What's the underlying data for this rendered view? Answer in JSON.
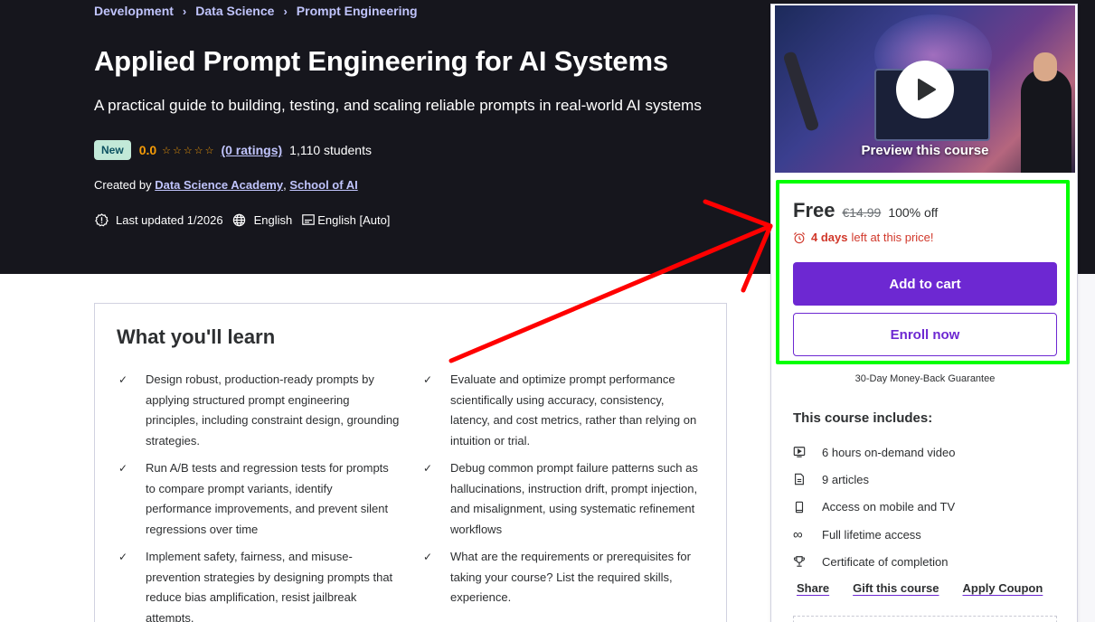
{
  "breadcrumb": [
    "Development",
    "Data Science",
    "Prompt Engineering"
  ],
  "course": {
    "title": "Applied Prompt Engineering for AI Systems",
    "subtitle": "A practical guide to building, testing, and scaling reliable prompts in real-world AI systems",
    "badge": "New",
    "rating": "0.0",
    "stars": "☆☆☆☆☆",
    "ratings_count": "(0 ratings)",
    "students": "1,110 students",
    "created_by_label": "Created by",
    "instructors": [
      "Data Science Academy",
      "School of AI"
    ],
    "instructor_separator": ",",
    "last_updated": "Last updated 1/2026",
    "language": "English",
    "captions": "English [Auto]"
  },
  "learn": {
    "title": "What you'll learn",
    "items": [
      "Design robust, production-ready prompts by applying structured prompt engineering principles, including constraint design, grounding strategies.",
      "Evaluate and optimize prompt performance scientifically using accuracy, consistency, latency, and cost metrics, rather than relying on intuition or trial.",
      "Run A/B tests and regression tests for prompts to compare prompt variants, identify performance improvements, and prevent silent regressions over time",
      "Debug common prompt failure patterns such as hallucinations, instruction drift, prompt injection, and misalignment, using systematic refinement workflows",
      "Implement safety, fairness, and misuse-prevention strategies by designing prompts that reduce bias amplification, resist jailbreak attempts.",
      "What are the requirements or prerequisites for taking your course? List the required skills, experience."
    ]
  },
  "sidebar": {
    "preview_label": "Preview this course",
    "price": "Free",
    "original_price": "€14.99",
    "discount": "100% off",
    "timer_bold": "4 days",
    "timer_rest": "left at this price!",
    "add_to_cart": "Add to cart",
    "enroll_now": "Enroll now",
    "guarantee": "30-Day Money-Back Guarantee",
    "includes_title": "This course includes:",
    "includes": [
      {
        "icon": "video-icon",
        "label": "6 hours on-demand video"
      },
      {
        "icon": "article-icon",
        "label": "9 articles"
      },
      {
        "icon": "mobile-icon",
        "label": "Access on mobile and TV"
      },
      {
        "icon": "infinity-icon",
        "label": "Full lifetime access"
      },
      {
        "icon": "trophy-icon",
        "label": "Certificate of completion"
      }
    ],
    "links": [
      "Share",
      "Gift this course",
      "Apply Coupon"
    ]
  },
  "colors": {
    "hero_bg": "#16161d",
    "accent_purple": "#6d28d2",
    "link_lavender": "#c0c4fc",
    "rating_orange": "#f69c08",
    "timer_red": "#d1382b",
    "annotation_green": "#00ff00",
    "annotation_red": "#ff0000"
  }
}
